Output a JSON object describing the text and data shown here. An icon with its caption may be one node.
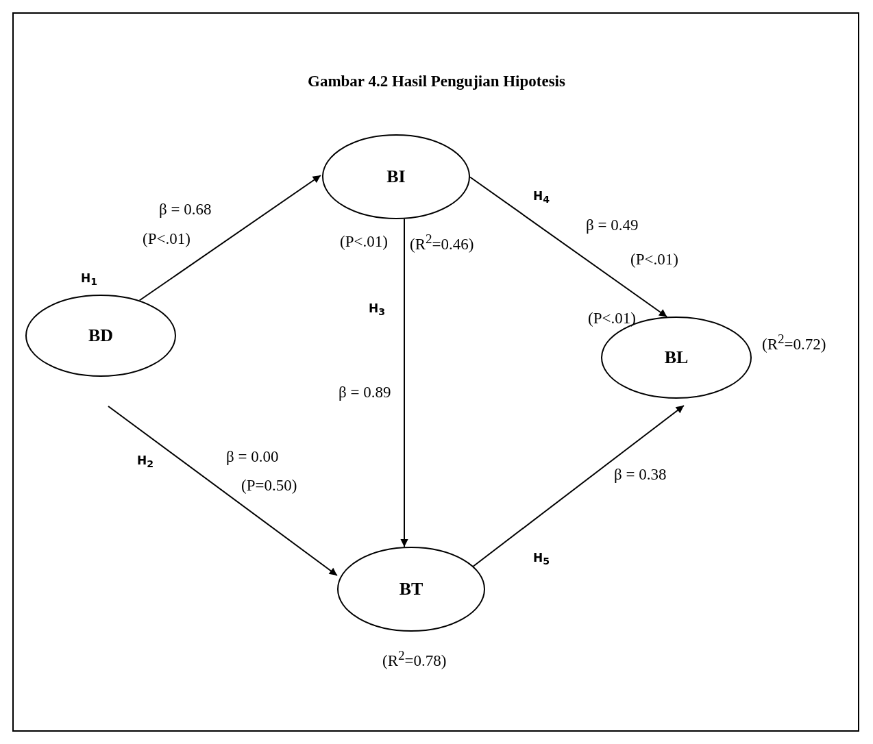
{
  "diagram": {
    "title": "Gambar 4.2 Hasil Pengujian Hipotesis",
    "nodes": [
      {
        "text": [
          "BD"
        ]
      },
      {
        "text": [
          "BI"
        ],
        "beside": [
          "(R$^{2}$=0.46)"
        ]
      },
      {
        "text": [
          "BT"
        ],
        "beside": [
          "(R$^{2}$=0.78)"
        ]
      },
      {
        "text": [
          "BL"
        ],
        "beside": [
          "(R$^{2}$=0.72)"
        ]
      }
    ],
    "edges": [
      {
        "from": 0,
        "to": 1,
        "arrow": "to"
      },
      {
        "from": 0,
        "to": 2,
        "arrow": "to"
      },
      {
        "from": 1,
        "to": 2,
        "arrow": "to"
      },
      {
        "from": 1,
        "to": 3,
        "arrow": "to"
      },
      {
        "from": 2,
        "to": 3,
        "arrow": "to"
      }
    ],
    "labels": [
      "β = 0.68",
      "(P<.01)",
      "H$_{1}$",
      "H$_{4}$",
      "β = 0.49",
      "(P<.01)",
      "(P<.01)",
      "H$_{3}$",
      "(P<.01)",
      "β = 0.89",
      "H$_{2}$",
      "β = 0.00",
      "(P=0.50)",
      "β = 0.38",
      "H$_{5}$"
    ]
  }
}
